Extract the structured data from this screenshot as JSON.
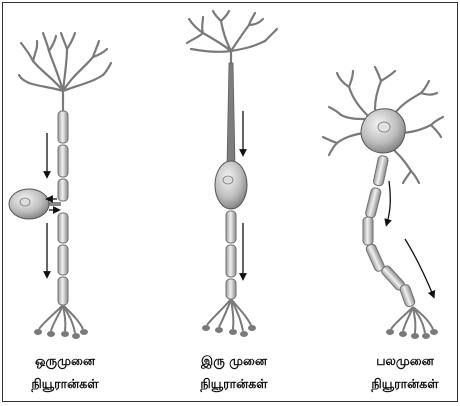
{
  "neurons": [
    {
      "id": "unipolar",
      "line1": "ஒருமுனை",
      "line2": "நியூரான்கள்"
    },
    {
      "id": "bipolar",
      "line1": "இரு முனை",
      "line2": "நியூரான்கள்"
    },
    {
      "id": "multipolar",
      "line1": "பலமுனை",
      "line2": "நியூரான்கள்"
    }
  ],
  "colors": {
    "membrane": "#c9c9c9",
    "membrane_edge": "#6f6f6f",
    "myelin": "#e2e2e2",
    "arrow": "#111111",
    "terminal": "#7a7a7a"
  }
}
